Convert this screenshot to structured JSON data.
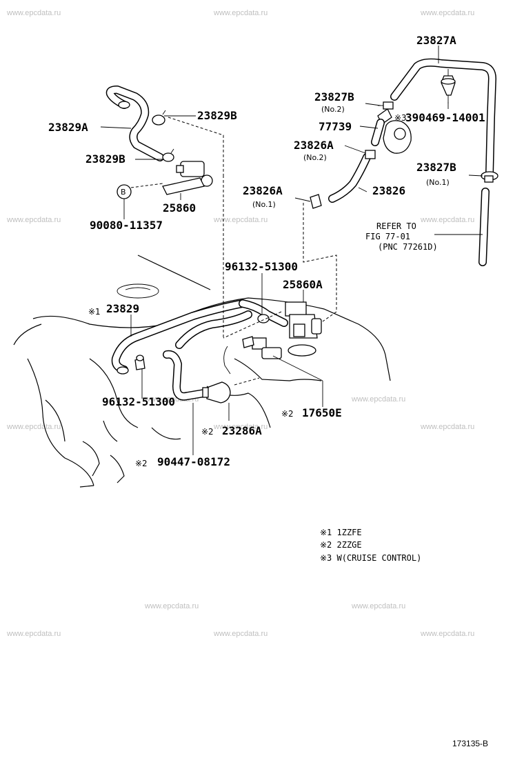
{
  "watermark": "www.epcdata.ru",
  "parts": {
    "p23827A": "23827A",
    "p23827B": "23827B",
    "p23827B_no2": "(No.2)",
    "p390469": "390469-14001",
    "p77739": "77739",
    "p23826A_top": "23826A",
    "p23826A_top_no": "(No.2)",
    "p23827B_no1_label": "23827B",
    "p23827B_no1": "(No.1)",
    "p23826A_mid": "23826A",
    "p23826A_mid_no": "(No.1)",
    "p23826": "23826",
    "p23829A": "23829A",
    "p23829B_top": "23829B",
    "p23829B_mid": "23829B",
    "p25860": "25860",
    "p90080": "90080-11357",
    "pB": "B",
    "p96132_top": "96132-51300",
    "p25860A": "25860A",
    "p23829": "23829",
    "p96132_bot": "96132-51300",
    "p17650E": "17650E",
    "p23286A": "23286A",
    "p90447": "90447-08172"
  },
  "marks": {
    "m3": "※3",
    "m1": "※1",
    "m2a": "※2",
    "m2b": "※2",
    "m2c": "※2"
  },
  "refer": {
    "line1": "REFER TO",
    "line2": "FIG 77-01",
    "line3": "(PNC 77261D)"
  },
  "notes": [
    "※1 1ZZFE",
    "※2 2ZZGE",
    "※3 W(CRUISE CONTROL)"
  ],
  "figure_id": "173135-B"
}
